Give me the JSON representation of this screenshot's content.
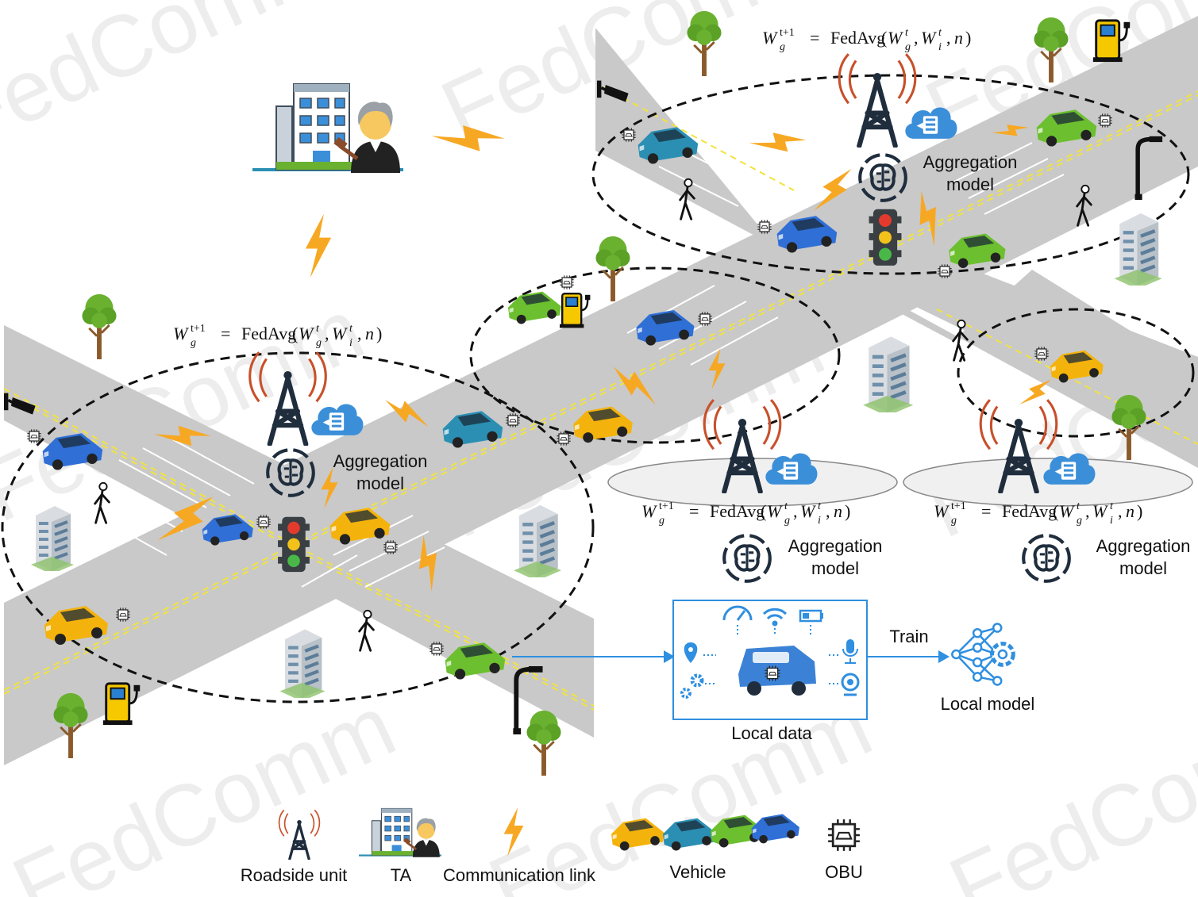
{
  "watermark": "FedComm",
  "formula": {
    "lhs_var": "W",
    "lhs_sub": "g",
    "lhs_sup": "t+1",
    "eq": "=",
    "fn": "FedAvg",
    "arg1_var": "W",
    "arg1_sub": "g",
    "arg1_sup": "t",
    "arg2_var": "W",
    "arg2_sub": "i",
    "arg2_sup": "t",
    "arg3": "n"
  },
  "labels": {
    "aggregation_line1": "Aggregation",
    "aggregation_line2": "model",
    "local_data": "Local data",
    "train": "Train",
    "local_model": "Local model"
  },
  "legend": {
    "roadside_unit": "Roadside unit",
    "ta": "TA",
    "communication_link": "Communication link",
    "vehicle": "Vehicle",
    "obu": "OBU"
  },
  "colors": {
    "road": "#c9c9c9",
    "road_mark": "#ffffff",
    "lane_line": "#f2e33c",
    "lightning": "#f7a823",
    "tower": "#1f2d3d",
    "signal_wave": "#c8502a",
    "cloud": "#3b8fd9",
    "box_border": "#2f8fe0",
    "arrow": "#2f8fe0",
    "tree_leaf": "#6ab130",
    "tree_trunk": "#8a5a2b",
    "car_blue": "#2f6fd6",
    "car_teal": "#2b8fb3",
    "car_green": "#6cbf2e",
    "car_yellow": "#f4b30c"
  },
  "icons": [
    "roadside-unit-icon",
    "ta-building-icon",
    "judge-icon",
    "lightning-icon",
    "cloud-server-icon",
    "brain-gear-icon",
    "traffic-light-icon",
    "obu-chip-icon",
    "charger-icon",
    "street-lamp-icon",
    "camera-icon",
    "pedestrian-icon",
    "tree-icon",
    "neural-network-gear-icon",
    "location-pin-icon",
    "speedometer-icon",
    "wifi-icon",
    "battery-icon",
    "microphone-icon",
    "webcam-icon"
  ]
}
